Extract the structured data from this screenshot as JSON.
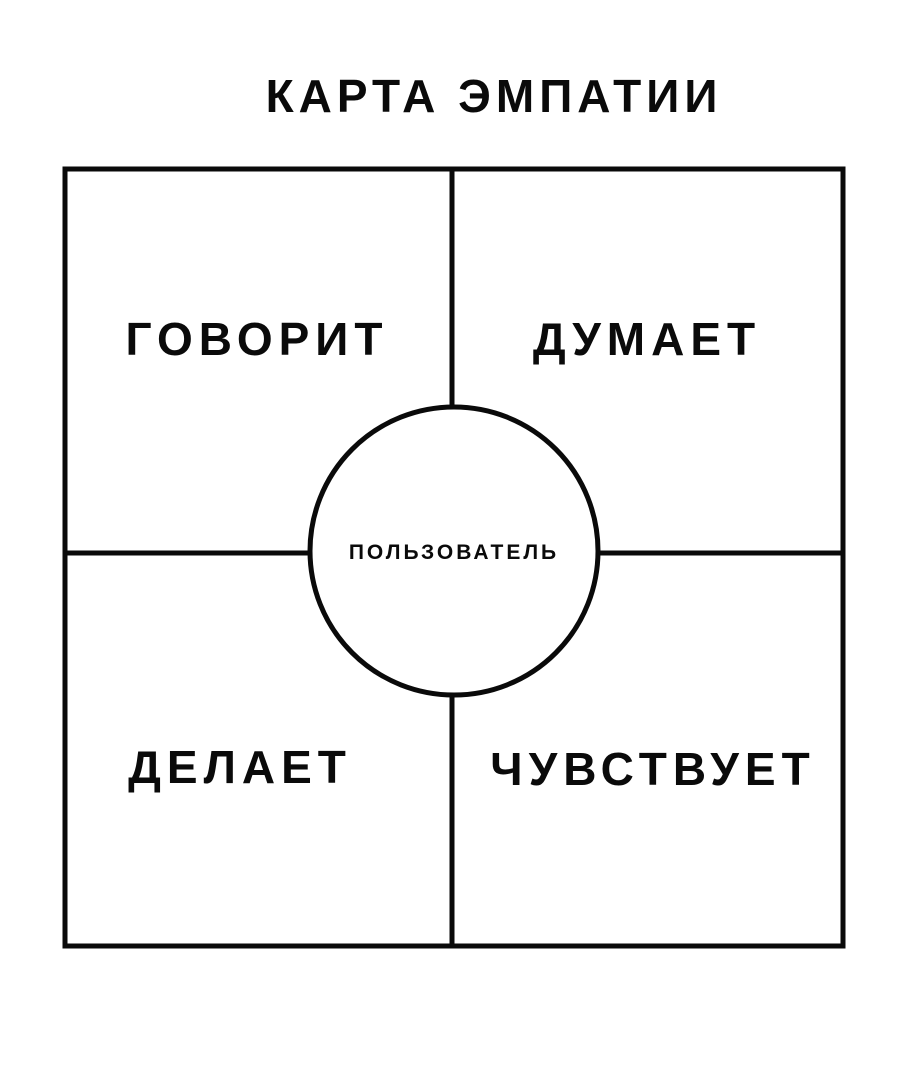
{
  "title": "КАРТА ЭМПАТИИ",
  "quadrants": {
    "says": "ГОВОРИТ",
    "thinks": "ДУМАЕТ",
    "does": "ДЕЛАЕТ",
    "feels": "ЧУВСТВУЕТ"
  },
  "center": "ПОЛЬЗОВАТЕЛЬ",
  "colors": {
    "line": "#0a0a0a",
    "background": "#ffffff"
  }
}
